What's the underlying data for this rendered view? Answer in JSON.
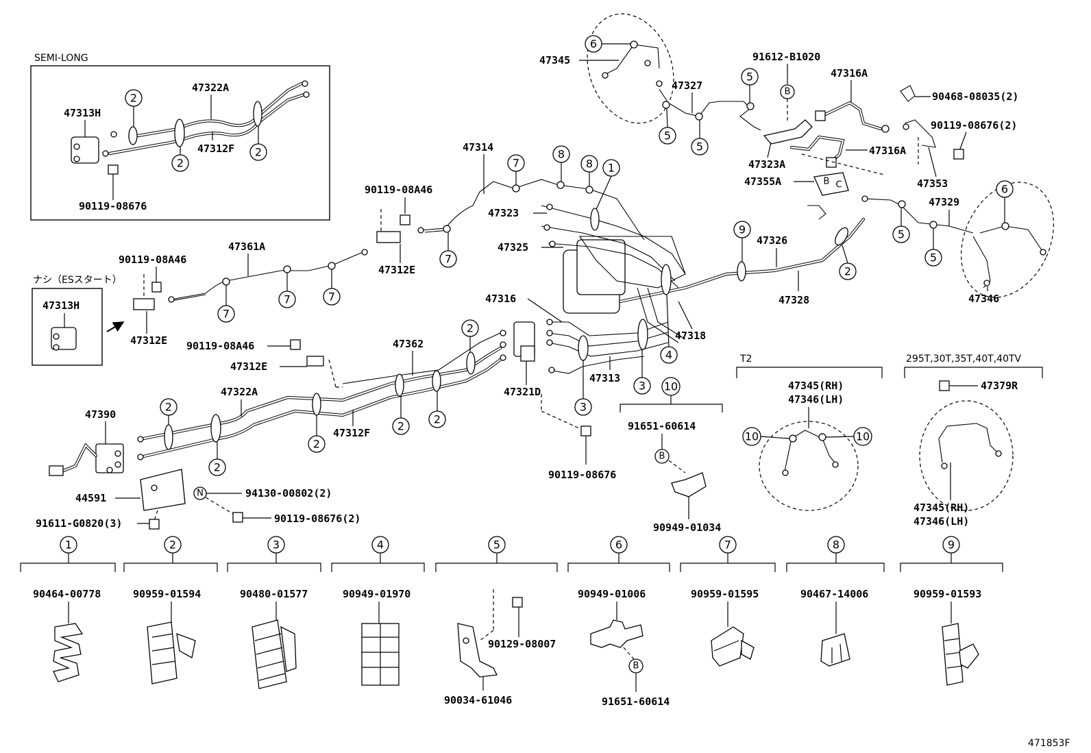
{
  "diagram": {
    "semi_long_label": "SEMI-LONG",
    "nashi_label": "ナシ（ESスタート）",
    "t2_label": "T2",
    "variant_label": "295T,30T,35T,40T,40TV",
    "figure_code": "471853F",
    "inset": {
      "p47322A": "47322A",
      "p47313H": "47313H",
      "p47312F": "47312F",
      "p90119_08676": "90119-08676"
    },
    "main": {
      "p47345": "47345",
      "p47327": "47327",
      "p91612_B1020": "91612-B1020",
      "p47316A_top": "47316A",
      "p90468_08035": "90468-08035(2)",
      "p90119_08676_2a": "90119-08676(2)",
      "p47316A_mid": "47316A",
      "p47323A": "47323A",
      "p47355A": "47355A",
      "p47353": "47353",
      "p47329": "47329",
      "p47314": "47314",
      "p90119_08A46_a": "90119-08A46",
      "p47323": "47323",
      "p47325": "47325",
      "p47312E_a": "47312E",
      "p47361A": "47361A",
      "p90119_08A46_b": "90119-08A46",
      "p47313H": "47313H",
      "p47312E_b": "47312E",
      "p47326": "47326",
      "p47328": "47328",
      "p47346": "47346",
      "p47316": "47316",
      "p47318": "47318",
      "p90119_08A46_c": "90119-08A46",
      "p47312E_c": "47312E",
      "p47362": "47362",
      "p47313": "47313",
      "p47321D": "47321D",
      "p47322A": "47322A",
      "p47312F": "47312F",
      "p47390": "47390",
      "p44591": "44591",
      "p94130_00802": "94130-00802(2)",
      "p90119_08676_2b": "90119-08676(2)",
      "p91611_G0820": "91611-G0820(3)",
      "p90119_08676_b": "90119-08676",
      "p91651_60614_a": "91651-60614",
      "p90949_01034": "90949-01034",
      "p47345_rh_t2": "47345(RH)",
      "p47346_lh_t2": "47346(LH)",
      "p47379R": "47379R",
      "p47345_rh_v": "47345(RH)",
      "p47346_lh_v": "47346(LH)",
      "circle_B": "B",
      "circle_N": "N"
    },
    "clamps": [
      {
        "index": "1",
        "part": "90464-00778"
      },
      {
        "index": "2",
        "part": "90959-01594"
      },
      {
        "index": "3",
        "part": "90480-01577"
      },
      {
        "index": "4",
        "part": "90949-01970"
      },
      {
        "index": "5",
        "part": "90129-08007",
        "extra": "90034-61046"
      },
      {
        "index": "6",
        "part": "90949-01006",
        "extra": "91651-60614"
      },
      {
        "index": "7",
        "part": "90959-01595"
      },
      {
        "index": "8",
        "part": "90467-14006"
      },
      {
        "index": "9",
        "part": "90959-01593"
      }
    ],
    "group10": {
      "index": "10"
    }
  }
}
